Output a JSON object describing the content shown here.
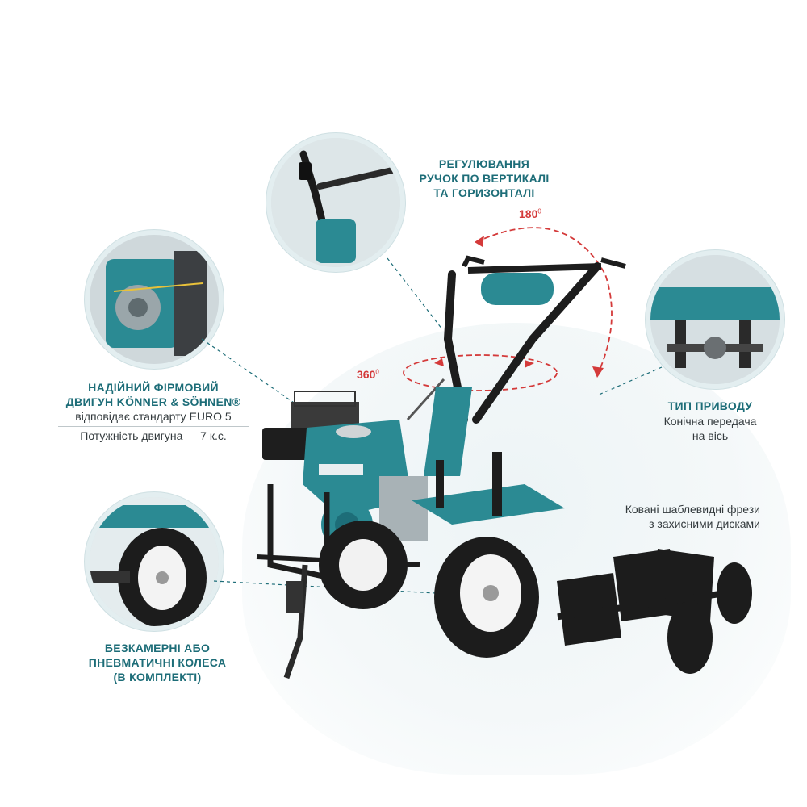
{
  "handle_adjust": {
    "line1": "РЕГУЛЮВАННЯ",
    "line2": "РУЧОК ПО ВЕРТИКАЛІ",
    "line3": "ТА ГОРИЗОНТАЛІ"
  },
  "angle_180": "180",
  "angle_360": "360",
  "degree_mark": "0",
  "engine": {
    "line1": "НАДІЙНИЙ ФІРМОВИЙ",
    "line2": "ДВИГУН KÖNNER & SÖHNEN®",
    "standard": "відповідає стандарту EURO 5",
    "power": "Потужність двигуна — 7 к.с."
  },
  "drive": {
    "title": "ТИП ПРИВОДУ",
    "line1": "Конічна передача",
    "line2": "на вісь"
  },
  "cutters": {
    "line1": "Ковані шаблевидні фрези",
    "line2": "з захисними дисками"
  },
  "wheels": {
    "line1": "БЕЗКАМЕРНІ АБО",
    "line2": "ПНЕВМАТИЧНІ КОЛЕСА",
    "line3": "(В КОМПЛЕКТІ)"
  },
  "colors": {
    "brand_teal": "#1d6d78",
    "machine_teal": "#2b8a93",
    "accent_red": "#d43a3a"
  }
}
